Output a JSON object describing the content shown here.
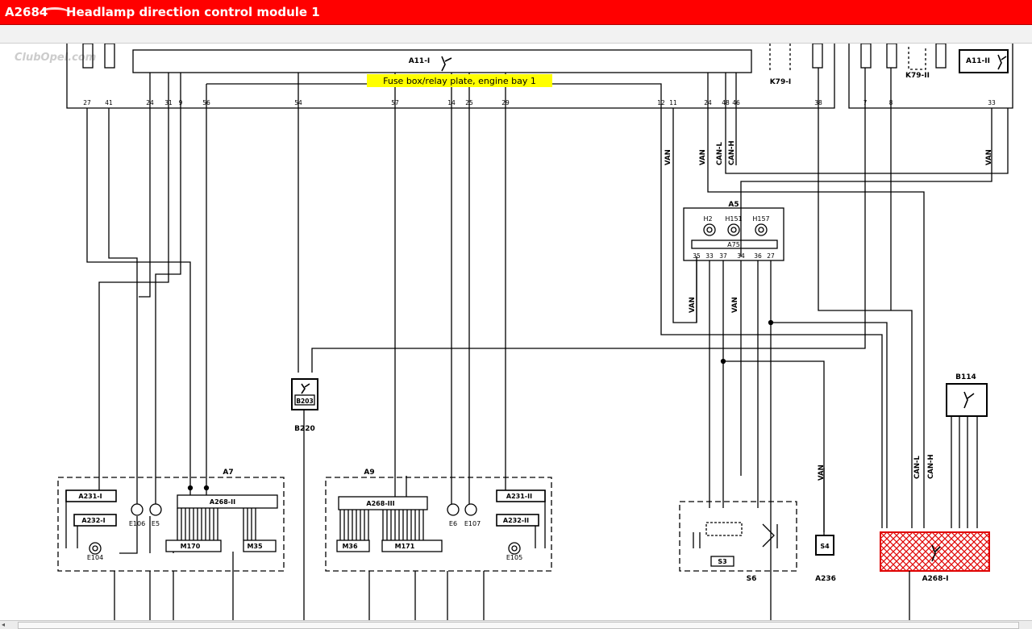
{
  "title": {
    "code": "A2684",
    "text": "Headlamp direction control module 1"
  },
  "watermark": "ClubOpel.com",
  "modules": {
    "a11_1": "A11-I",
    "a11_2": "A11-II",
    "k79_1": "K79-I",
    "k79_2": "K79-II",
    "a5": "A5",
    "a75": "A75",
    "h2": "H2",
    "h151": "H151",
    "h157": "H157",
    "b114": "B114",
    "b203": "B203",
    "b220": "B220",
    "a7": "A7",
    "a9": "A9",
    "a231_1": "A231-I",
    "a232_1": "A232-I",
    "a231_2": "A231-II",
    "a232_2": "A232-II",
    "a268_2": "A268-II",
    "a268_3": "A268-III",
    "a268_1": "A268-I",
    "e104": "E104",
    "e106": "E106",
    "e5": "E5",
    "e6": "E6",
    "e107": "E107",
    "e105": "E105",
    "m170": "M170",
    "m35": "M35",
    "m36": "M36",
    "m171": "M171",
    "s3": "S3",
    "s6": "S6",
    "s4": "S4",
    "a236": "A236"
  },
  "fuse_box_label": "Fuse box/relay plate, engine bay 1",
  "pins_top": [
    "27",
    "41",
    "24",
    "31",
    "9",
    "56",
    "54",
    "57",
    "14",
    "25",
    "29",
    "12",
    "11",
    "24",
    "48",
    "46",
    "38",
    "7",
    "8",
    "33"
  ],
  "a5_pins": [
    "35",
    "33",
    "37",
    "34",
    "36",
    "27"
  ],
  "signals": {
    "van": "VAN",
    "can_l": "CAN-L",
    "can_h": "CAN-H"
  },
  "colors": {
    "title_bg": "#ff0000",
    "fuse_label_bg": "#ffff00",
    "hatch": "#e00000",
    "wire": "#000000"
  }
}
